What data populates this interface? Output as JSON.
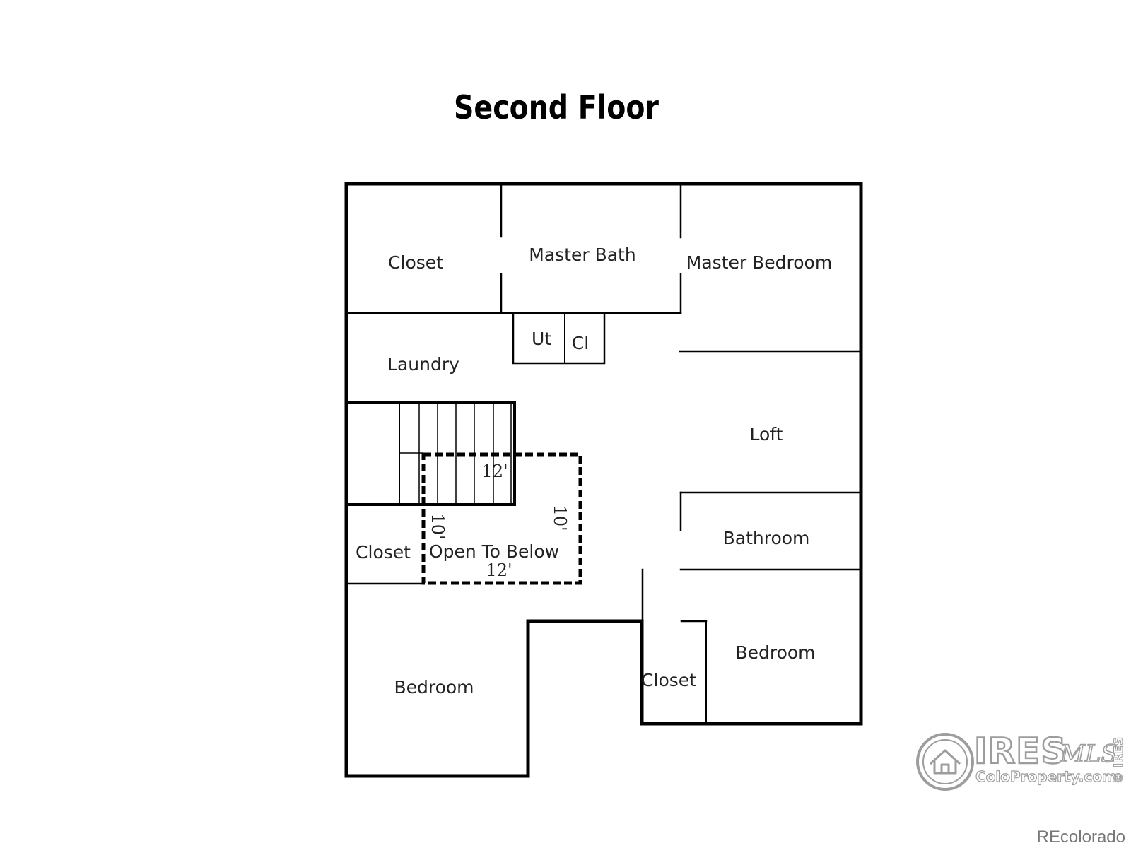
{
  "title": "Second Floor",
  "rooms": {
    "closet_top": "Closet",
    "master_bath": "Master Bath",
    "master_bedroom": "Master Bedroom",
    "utility": "Ut",
    "closet_small": "Cl",
    "laundry": "Laundry",
    "loft": "Loft",
    "bathroom": "Bathroom",
    "closet_left": "Closet",
    "open_to_below": "Open To Below",
    "bedroom_left": "Bedroom",
    "closet_right": "Closet",
    "bedroom_right": "Bedroom"
  },
  "dimensions": {
    "top_width": "12'",
    "bottom_width": "12'",
    "left_height": "10'",
    "right_height": "10'"
  },
  "watermark": {
    "brand": "IRES",
    "suffix": "MLS",
    "site": "ColoProperty.com",
    "vertical": "© IRES",
    "icon": "house-icon"
  },
  "credit": "REcolorado"
}
